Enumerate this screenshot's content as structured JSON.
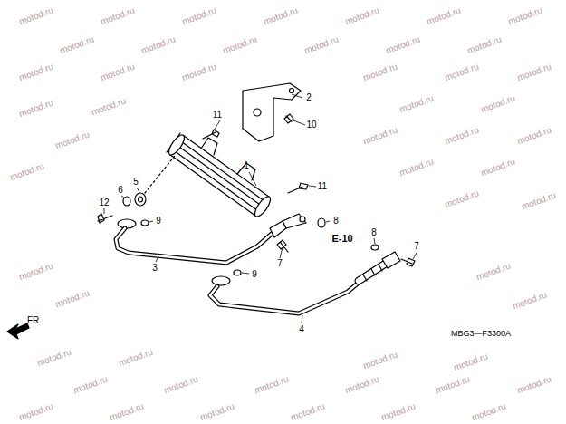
{
  "diagram": {
    "labels": [
      "2",
      "10",
      "11",
      "1",
      "11",
      "5",
      "6",
      "12",
      "9",
      "8",
      "E-10",
      "8",
      "7",
      "7",
      "3",
      "9",
      "4",
      "FR.",
      "MBG3—F3300A",
      "motod.ru",
      "motod.ru",
      "motod.ru",
      "motod.ru",
      "motod.ru",
      "motod.ru",
      "motod.ru",
      "motod.ru",
      "motod.ru",
      "motod.ru",
      "motod.ru",
      "motod.ru",
      "motod.ru",
      "motod.ru",
      "motod.ru",
      "motod.ru",
      "motod.ru",
      "motod.ru",
      "motod.ru",
      "motod.ru",
      "motod.ru",
      "motod.ru",
      "motod.ru",
      "motod.ru",
      "motod.ru",
      "motod.ru",
      "motod.ru",
      "motod.ru",
      "motod.ru",
      "motod.ru",
      "motod.ru",
      "motod.ru",
      "motod.ru",
      "motod.ru",
      "motod.ru",
      "motod.ru",
      "motod.ru",
      "motod.ru",
      "motod.ru",
      "motod.ru",
      "motod.ru",
      "motod.ru",
      "motod.ru",
      "motod.ru",
      "motod.ru",
      "motod.ru",
      "motod.ru",
      "motod.ru",
      "motod.ru",
      "motod.ru",
      "motod.ru",
      "motod.ru"
    ]
  }
}
